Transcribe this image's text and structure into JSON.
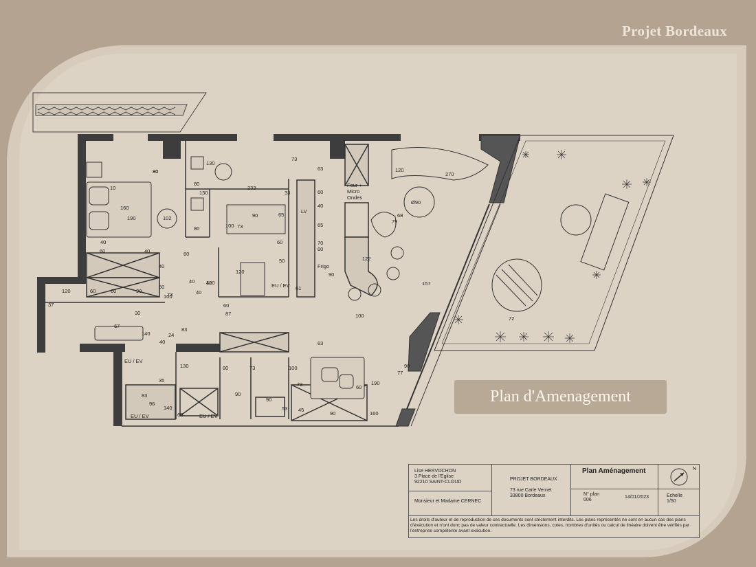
{
  "brand": "Projet Bordeaux",
  "plan_title": "Plan d'Amenagement",
  "colors": {
    "background": "#b3a390",
    "panel": "#dcd3c5",
    "wall": "#3a3a3a",
    "label_box": "#b8a896"
  },
  "rooms": {
    "kitchen_labels": [
      "Four +",
      "Micro",
      "Ondes"
    ],
    "lv": "LV",
    "frigo": "Frigo",
    "eu_ev": "EU / EV",
    "table_dia": "Ø90"
  },
  "dimensions": [
    "80",
    "130",
    "233",
    "73",
    "63",
    "60",
    "270",
    "120",
    "10",
    "160",
    "190",
    "102",
    "80",
    "130",
    "33",
    "100",
    "90",
    "65",
    "40",
    "40",
    "60",
    "70",
    "65",
    "80",
    "79",
    "68",
    "60",
    "60",
    "40",
    "40",
    "60",
    "73",
    "120",
    "50",
    "122",
    "90",
    "157",
    "40",
    "100",
    "120",
    "60",
    "61",
    "37",
    "120",
    "60",
    "60",
    "90",
    "60",
    "73",
    "40",
    "30",
    "87",
    "100",
    "67",
    "140",
    "40",
    "83",
    "63",
    "72",
    "130",
    "80",
    "73",
    "100",
    "73",
    "60",
    "190",
    "77",
    "90",
    "35",
    "83",
    "90",
    "90",
    "96",
    "140",
    "53",
    "45",
    "90",
    "160",
    "60",
    "24",
    "40",
    "30"
  ],
  "title_block": {
    "designer_name": "Lise HERVOCHON",
    "designer_addr1": "3 Place de l'Eglise",
    "designer_addr2": "92210 SAINT-CLOUD",
    "client": "Monsieur et Madame CERNEC",
    "project": "PROJET BORDEAUX",
    "project_addr1": "73 rue Carle Vernet",
    "project_addr2": "33800 Bordeaux",
    "plan_name": "Plan Aménagement",
    "plan_no_label": "N° plan",
    "plan_no": "006",
    "date": "14/01/2023",
    "scale_label": "Echelle",
    "scale": "1/50",
    "north": "N",
    "disclaimer": "Les droits d'auteur et de reproduction de ces documents sont strictement interdits. Les plans représentés ne sont en aucun cas des plans d'éxécution et n'ont donc pas de valeur contractuelle. Les dimensions, cotes, nombres d'unités ou calcul de linéaire doivent être vérifiés par l'entreprise compétente avant exécution."
  }
}
